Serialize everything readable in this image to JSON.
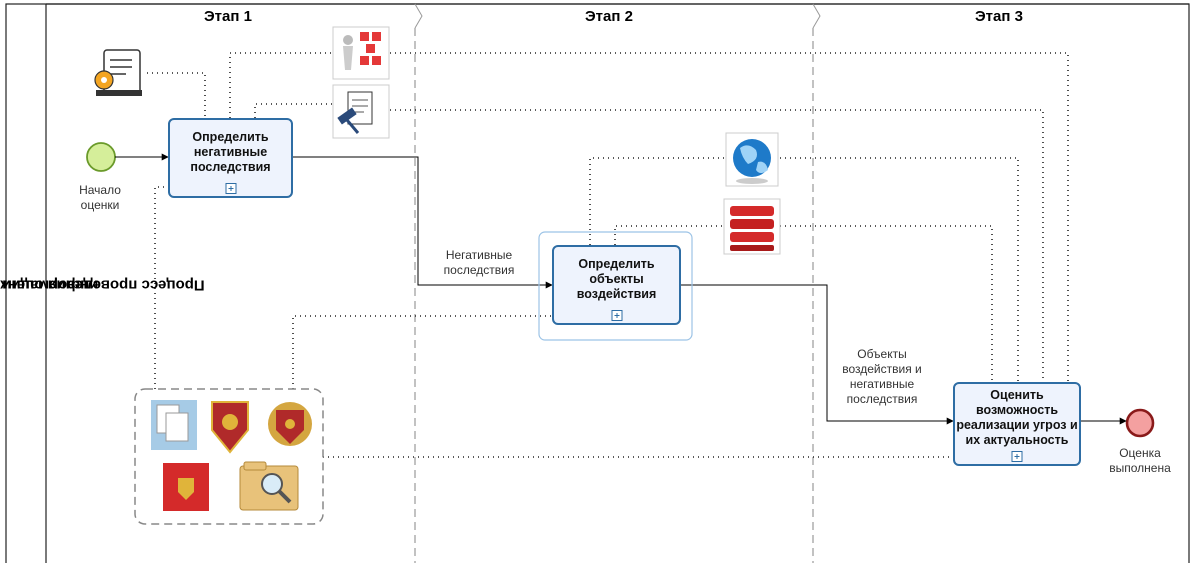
{
  "pool": {
    "title_line1": "Процесс проведения оценки угроз безопаности",
    "title_line2": "информации ИС ГК"
  },
  "stages": [
    "Этап 1",
    "Этап 2",
    "Этап 3"
  ],
  "events": {
    "start": "Начало оценки",
    "end": "Оценка выполнена"
  },
  "tasks": {
    "t1": "Определить негативные последствия",
    "t2": "Определить объекты воздействия",
    "t3": "Оценить возможность реализации угроз и их актуальность"
  },
  "flow_labels": {
    "f1": "Негативные последствия",
    "f2": "Объекты воздействия и негативные последствия"
  },
  "icons": [
    "document-settings-icon",
    "person-blocks-icon",
    "gavel-document-icon",
    "globe-icon",
    "binders-icon",
    "documents-icon",
    "emblem-icon",
    "emblem-icon",
    "flag-emblem-icon",
    "folder-magnifier-icon"
  ]
}
